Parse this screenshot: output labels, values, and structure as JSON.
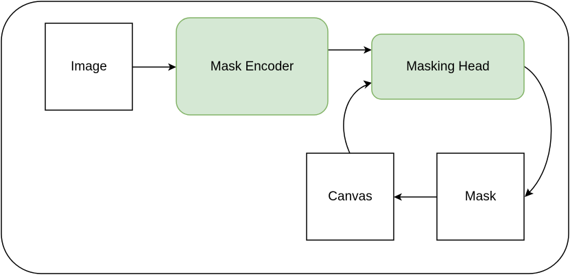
{
  "colors": {
    "container_stroke": "#000000",
    "plain_fill": "#ffffff",
    "green_fill": "#d5e8d4",
    "green_stroke": "#82b366"
  },
  "nodes": {
    "image": {
      "label": "Image"
    },
    "mask_encoder": {
      "label": "Mask Encoder"
    },
    "masking_head": {
      "label": "Masking Head"
    },
    "mask": {
      "label": "Mask"
    },
    "canvas": {
      "label": "Canvas"
    }
  },
  "edges": [
    {
      "from": "image",
      "to": "mask_encoder"
    },
    {
      "from": "mask_encoder",
      "to": "masking_head"
    },
    {
      "from": "masking_head",
      "to": "mask"
    },
    {
      "from": "mask",
      "to": "canvas"
    },
    {
      "from": "canvas",
      "to": "masking_head"
    }
  ]
}
